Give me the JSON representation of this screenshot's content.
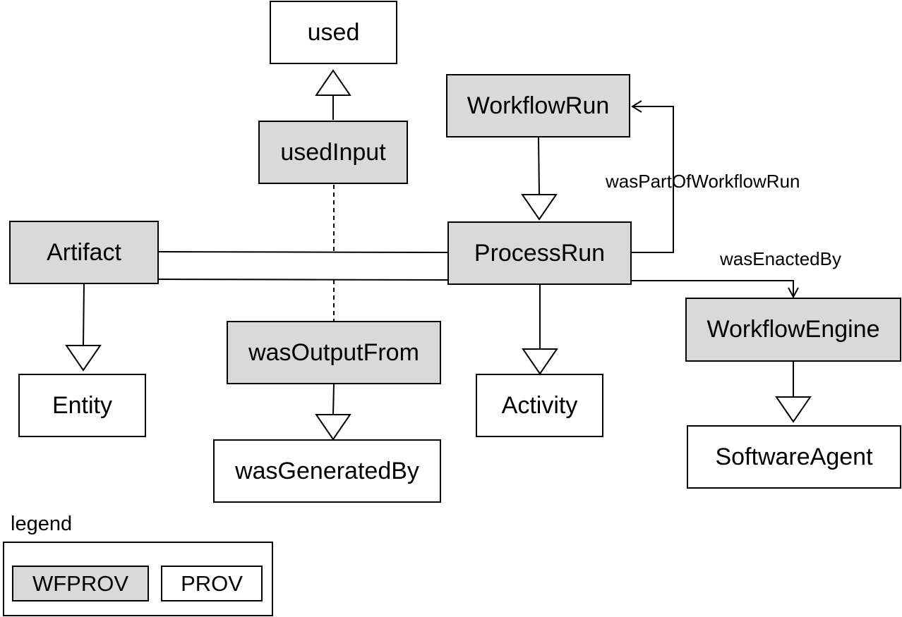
{
  "colors": {
    "wfprov_fill": "#d9d9d9",
    "prov_fill": "#ffffff",
    "stroke": "#000000"
  },
  "nodes": {
    "used": {
      "label": "used",
      "kind": "prov"
    },
    "usedInput": {
      "label": "usedInput",
      "kind": "wfprov"
    },
    "workflowRun": {
      "label": "WorkflowRun",
      "kind": "wfprov"
    },
    "artifact": {
      "label": "Artifact",
      "kind": "wfprov"
    },
    "processRun": {
      "label": "ProcessRun",
      "kind": "wfprov"
    },
    "workflowEngine": {
      "label": "WorkflowEngine",
      "kind": "wfprov"
    },
    "entity": {
      "label": "Entity",
      "kind": "prov"
    },
    "wasOutputFrom": {
      "label": "wasOutputFrom",
      "kind": "wfprov"
    },
    "activity": {
      "label": "Activity",
      "kind": "prov"
    },
    "softwareAgent": {
      "label": "SoftwareAgent",
      "kind": "prov"
    },
    "wasGeneratedBy": {
      "label": "wasGeneratedBy",
      "kind": "prov"
    }
  },
  "edges": {
    "wasPartOfWorkflowRun": {
      "label": "wasPartOfWorkflowRun",
      "from": "processRun",
      "to": "workflowRun",
      "type": "association"
    },
    "wasEnactedBy": {
      "label": "wasEnactedBy",
      "from": "processRun",
      "to": "workflowEngine",
      "type": "association"
    },
    "usedInput_to_used": {
      "from": "usedInput",
      "to": "used",
      "type": "generalization"
    },
    "workflowRun_to_processRun": {
      "from": "workflowRun",
      "to": "processRun",
      "type": "generalization"
    },
    "artifact_to_entity": {
      "from": "artifact",
      "to": "entity",
      "type": "generalization"
    },
    "processRun_to_activity": {
      "from": "processRun",
      "to": "activity",
      "type": "generalization"
    },
    "wasOutputFrom_to_wasGeneratedBy": {
      "from": "wasOutputFrom",
      "to": "wasGeneratedBy",
      "type": "generalization"
    },
    "workflowEngine_to_softwareAgent": {
      "from": "workflowEngine",
      "to": "softwareAgent",
      "type": "generalization"
    },
    "artifact_processRun_upper": {
      "from": "artifact",
      "to": "processRun",
      "type": "line"
    },
    "artifact_processRun_lower": {
      "from": "artifact",
      "to": "processRun",
      "type": "line"
    },
    "usedInput_association_class": {
      "from": "usedInput",
      "to": "artifact_processRun_upper",
      "type": "dashed"
    },
    "wasOutputFrom_association_class": {
      "from": "wasOutputFrom",
      "to": "artifact_processRun_lower",
      "type": "dashed"
    }
  },
  "legend": {
    "title": "legend",
    "items": [
      {
        "label": "WFPROV",
        "kind": "wfprov"
      },
      {
        "label": "PROV",
        "kind": "prov"
      }
    ]
  }
}
